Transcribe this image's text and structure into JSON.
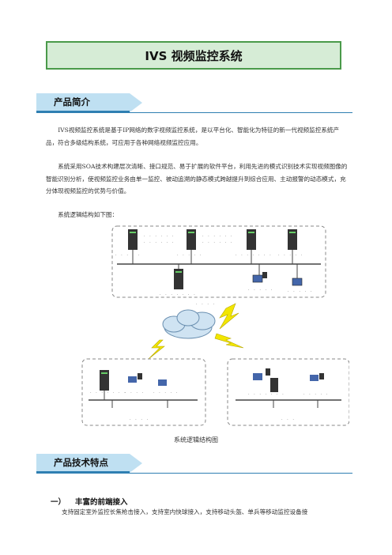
{
  "doc": {
    "title": "IVS 视频监控系统",
    "section1": "产品简介",
    "paragraphs": [
      "IVS视频监控系统是基于IP网络的数字视频监控系统，是以平台化、智能化为特征的新一代视频监控系统产品，符合多级结构系统，可应用于各种网络视频监控应用。",
      "系统采用SOA技术构建层次清晰、接口规范、易于扩展的软件平台，利用先进的模式识别技术实现视频图像的智能识别分析，使视频监控业务由单一监控、被动追溯的静态模式跨越提升到综合应用、主动报警的动态模式，充分体现视频监控的优势与价值。",
      "系统逻辑结构如下图："
    ],
    "figure_caption": "系统逻辑结构图",
    "section2": "产品技术特点",
    "sub_heading_num": "一）",
    "sub_heading": "丰富的前端接入",
    "last_line": "支持固定室外监控长焦枪击接入，支持室内快球接入，支持移动头盔、单兵等移动监控设备接"
  }
}
